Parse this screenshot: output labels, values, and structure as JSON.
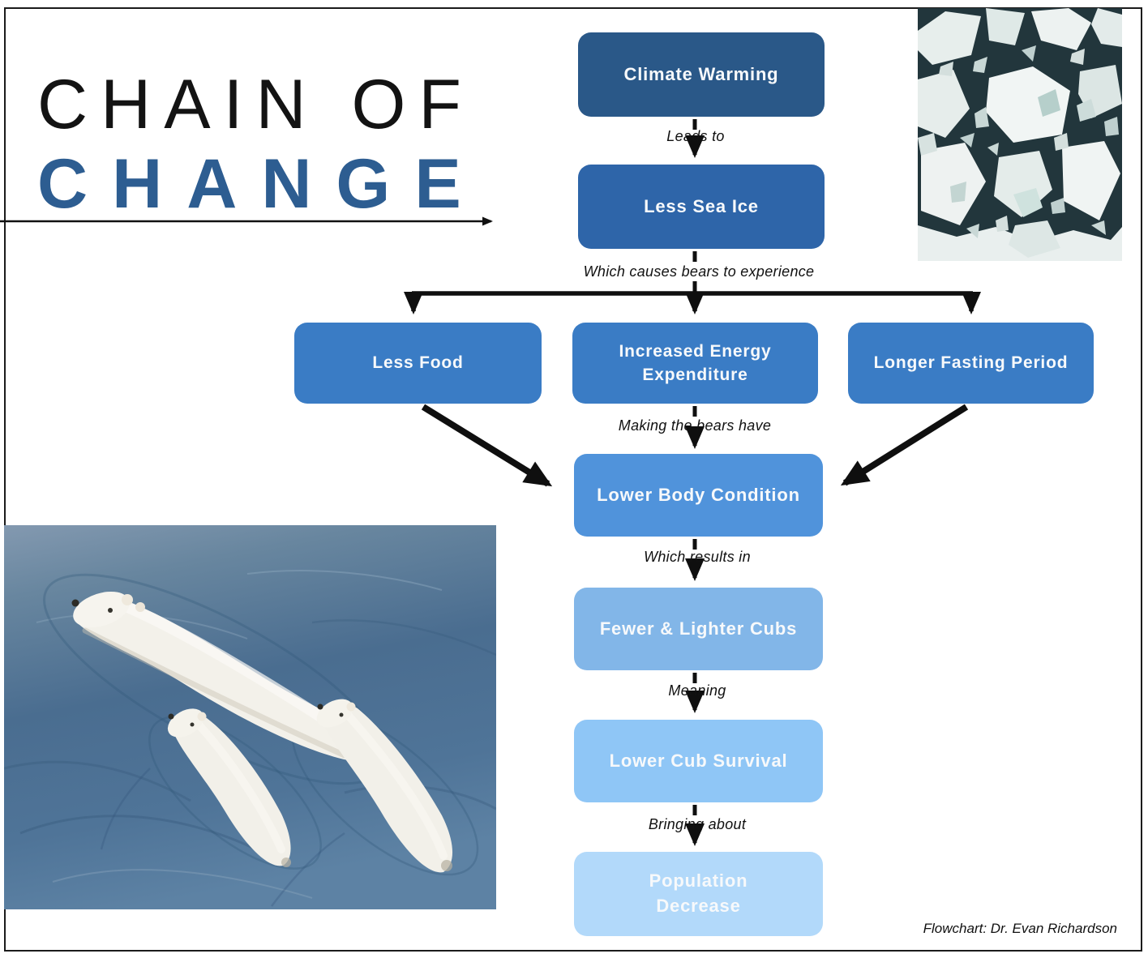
{
  "title": {
    "line1": "CHAIN OF",
    "line2": "CHANGE"
  },
  "flow": {
    "nodes": [
      {
        "id": "climate-warming",
        "label": "Climate Warming",
        "color": "#2a5888"
      },
      {
        "id": "less-sea-ice",
        "label": "Less Sea Ice",
        "color": "#2e65a9"
      },
      {
        "id": "less-food",
        "label": "Less Food",
        "color": "#3a7cc5"
      },
      {
        "id": "increased-energy",
        "label": "Increased Energy\nExpenditure",
        "color": "#3a7cc5"
      },
      {
        "id": "longer-fasting",
        "label": "Longer Fasting Period",
        "color": "#3a7cc5"
      },
      {
        "id": "lower-body-condition",
        "label": "Lower Body Condition",
        "color": "#5093db"
      },
      {
        "id": "fewer-lighter-cubs",
        "label": "Fewer & Lighter Cubs",
        "color": "#82b6e8"
      },
      {
        "id": "lower-cub-survival",
        "label": "Lower Cub Survival",
        "color": "#8fc6f6"
      },
      {
        "id": "population-decrease",
        "label": "Population\nDecrease",
        "color": "#b2d9fa"
      }
    ],
    "connector_labels": {
      "leads_to": "Leads to",
      "which_causes": "Which causes bears to experience",
      "making": "Making the bears have",
      "results_in": "Which results in",
      "meaning": "Meaning",
      "bringing": "Bringing about"
    }
  },
  "credit": {
    "text": "Flowchart: Dr. Evan Richardson"
  },
  "images": {
    "top_right": "aerial-photo-of-broken-sea-ice-floes",
    "bottom_left": "photo-of-polar-bear-mother-and-two-cubs-swimming"
  },
  "colors": {
    "title_accent": "#2d5d91",
    "arrow_black": "#0f0f0f",
    "node_text": "#f7f9fb",
    "water_blue": "#4a6d90",
    "ice_white": "#edf2f1"
  }
}
